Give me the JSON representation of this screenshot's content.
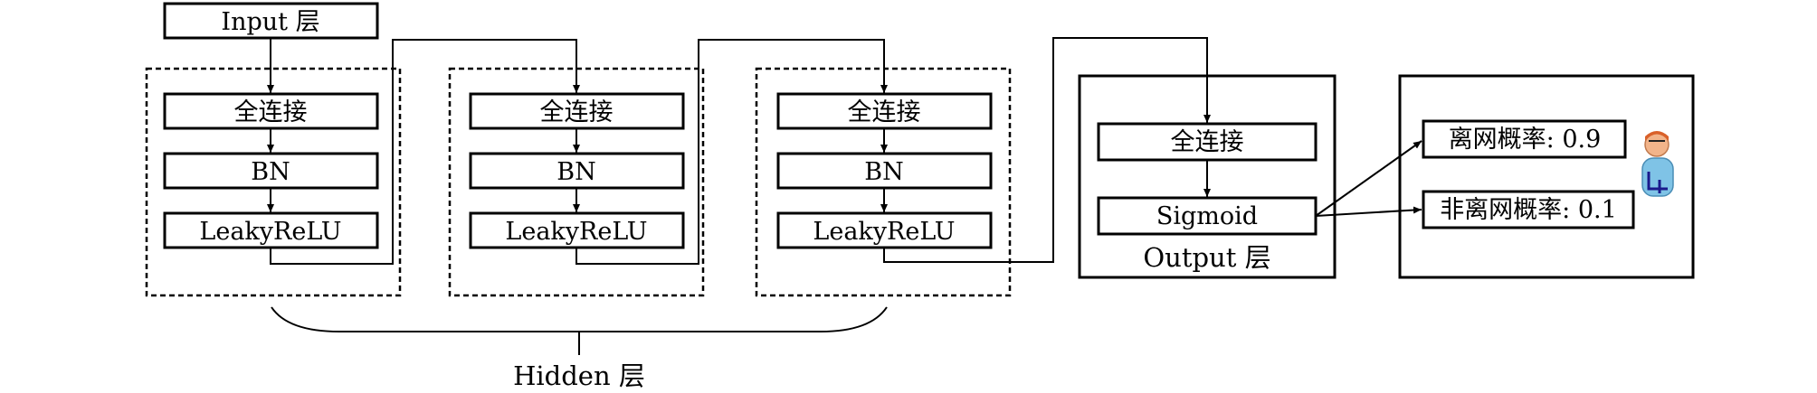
{
  "diagram": {
    "input_label": "Input 层",
    "hidden_label": "Hidden 层",
    "output_label": "Output 层",
    "blocks": [
      {
        "fc": "全连接",
        "bn": "BN",
        "act": "LeakyReLU"
      },
      {
        "fc": "全连接",
        "bn": "BN",
        "act": "LeakyReLU"
      },
      {
        "fc": "全连接",
        "bn": "BN",
        "act": "LeakyReLU"
      }
    ],
    "output": {
      "fc": "全连接",
      "act": "Sigmoid"
    },
    "results": {
      "churn": "离网概率: 0.9",
      "stay": "非离网概率: 0.1"
    },
    "icons": {
      "user": "user-icon"
    }
  }
}
